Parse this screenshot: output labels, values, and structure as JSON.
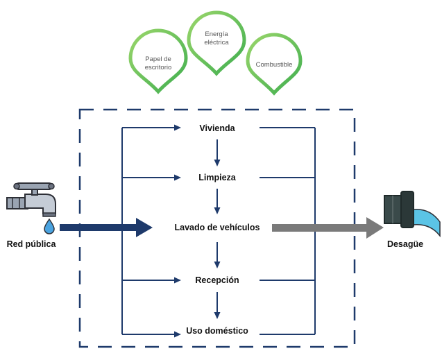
{
  "resources": [
    {
      "id": "paper",
      "lines": [
        "Papel de",
        "escritorio"
      ]
    },
    {
      "id": "energy",
      "lines": [
        "Energía",
        "eléctrica"
      ]
    },
    {
      "id": "fuel",
      "lines": [
        "Combustible"
      ]
    }
  ],
  "nodes": {
    "vivienda": "Vivienda",
    "limpieza": "Limpieza",
    "lavado": "Lavado de vehículos",
    "recepcion": "Recepción",
    "uso": "Uso doméstico"
  },
  "source_label": "Red pública",
  "sink_label": "Desagüe",
  "colors": {
    "navy": "#1e3a6b",
    "gray_arrow": "#7a7a7a",
    "pin_green": "#5cbf4c",
    "pin_green_light": "#8fd46a",
    "drop_blue": "#4aa3e0",
    "drain_water": "#5bc4e6"
  }
}
